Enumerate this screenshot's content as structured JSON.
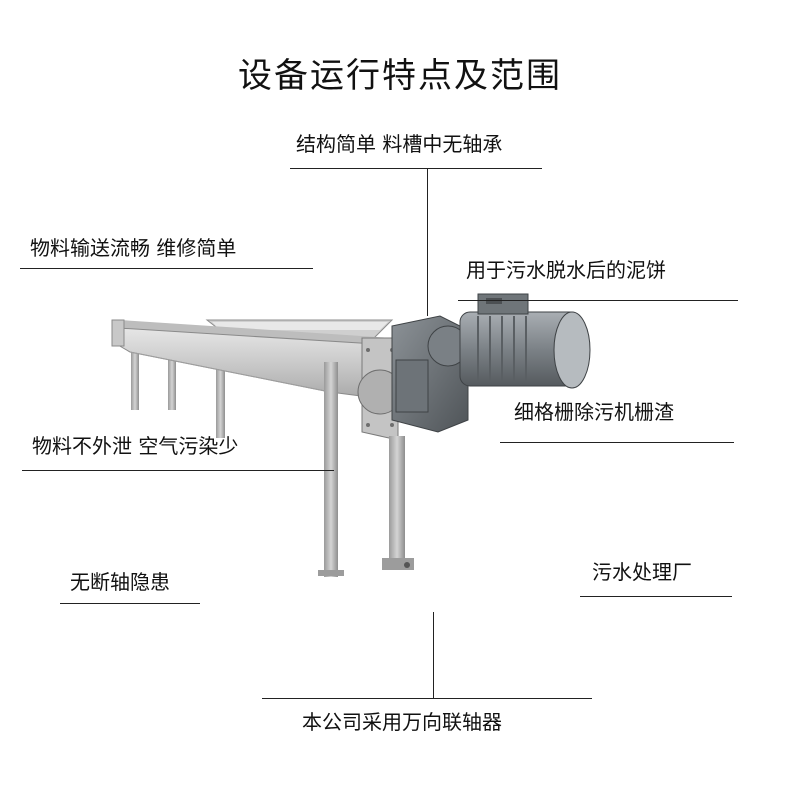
{
  "title": "设备运行特点及范围",
  "labels": {
    "top_center": "结构简单  料槽中无轴承",
    "left_1": "物料输送流畅  维修简单",
    "right_1": "用于污水脱水后的泥饼",
    "right_2": "细格栅除污机栅渣",
    "left_2": "物料不外泄  空气污染少",
    "left_3": "无断轴隐患",
    "right_3": "污水处理厂",
    "bottom_center": "本公司采用万向联轴器"
  },
  "colors": {
    "steel_light": "#d9d9d9",
    "steel_mid": "#b5b5b5",
    "steel_dark": "#7d7d7d",
    "motor_gray": "#8a9096",
    "text": "#111111"
  }
}
